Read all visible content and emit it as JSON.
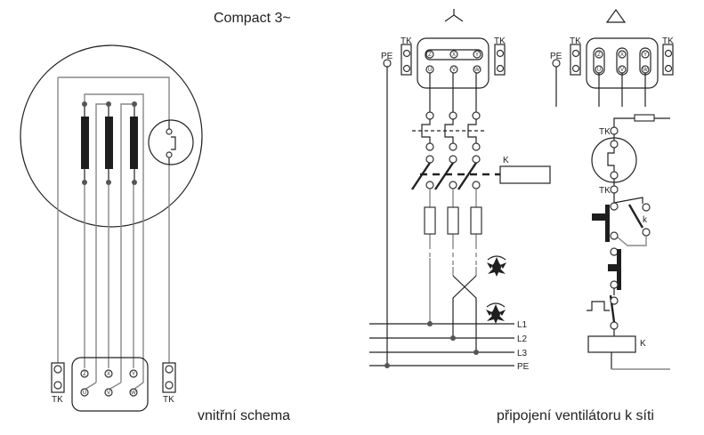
{
  "title": "Compact 3~",
  "left_caption": "vnitřní schema",
  "right_caption": "připojení ventilátoru k síti",
  "labels": {
    "tk": "TK",
    "pe": "PE",
    "k_upper": "K",
    "k_lower": "k",
    "l1": "L1",
    "l2": "L2",
    "l3": "L3"
  },
  "terminals": {
    "top": [
      "Z",
      "X",
      "Y"
    ],
    "bottom": [
      "U",
      "V",
      "W"
    ]
  },
  "connections": {
    "left_symbol": "star",
    "right_symbol": "delta"
  }
}
